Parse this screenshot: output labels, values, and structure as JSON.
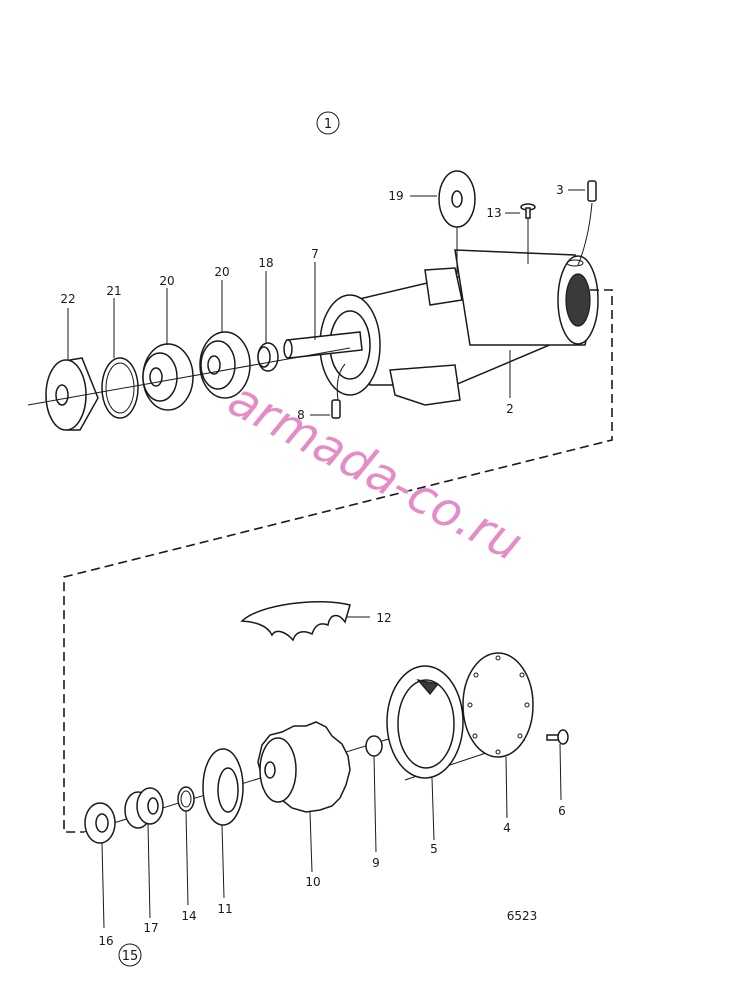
{
  "diagram": {
    "group_markers": [
      "1",
      "15"
    ],
    "drawing_code": "6523",
    "watermark": "armada-co.ru",
    "part_labels": {
      "p2": "2",
      "p3": "3",
      "p4": "4",
      "p5": "5",
      "p6": "6",
      "p7": "7",
      "p8": "8",
      "p9": "9",
      "p10": "10",
      "p11": "11",
      "p12": "12",
      "p13": "13",
      "p14": "14",
      "p16": "16",
      "p17": "17",
      "p18": "18",
      "p19": "19",
      "p20a": "20",
      "p20b": "20",
      "p21": "21",
      "p22": "22"
    }
  }
}
